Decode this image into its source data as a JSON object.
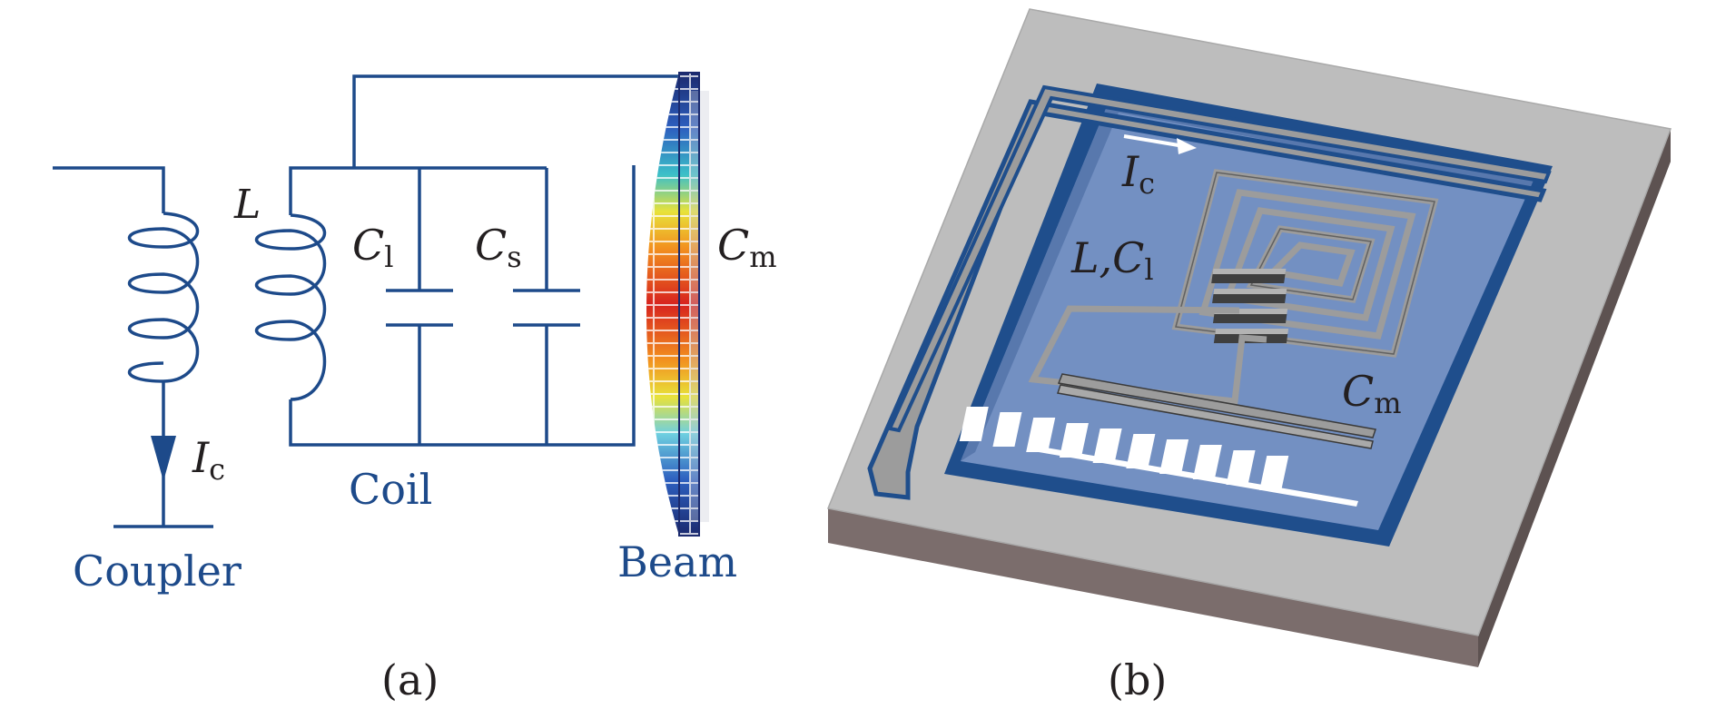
{
  "panel_a": {
    "caption": "(a)",
    "labels": {
      "inductor": "L",
      "cap_l": "C",
      "cap_l_sub": "l",
      "cap_s": "C",
      "cap_s_sub": "s",
      "cap_m": "C",
      "cap_m_sub": "m",
      "current": "I",
      "current_sub": "c"
    },
    "components": {
      "coupler": "Coupler",
      "coil": "Coil",
      "beam": "Beam"
    }
  },
  "panel_b": {
    "caption": "(b)",
    "labels": {
      "current": "I",
      "current_sub": "c",
      "lc": "L,C",
      "lc_sub": "l",
      "cap_m": "C",
      "cap_m_sub": "m"
    }
  },
  "colors": {
    "wire": "#1d4a8a",
    "substrate_top": "#bdbdbd",
    "substrate_side": "#6e6160",
    "membrane": "#7390c2",
    "frame": "#1f4e8c",
    "metal": "#9c9c9c"
  }
}
